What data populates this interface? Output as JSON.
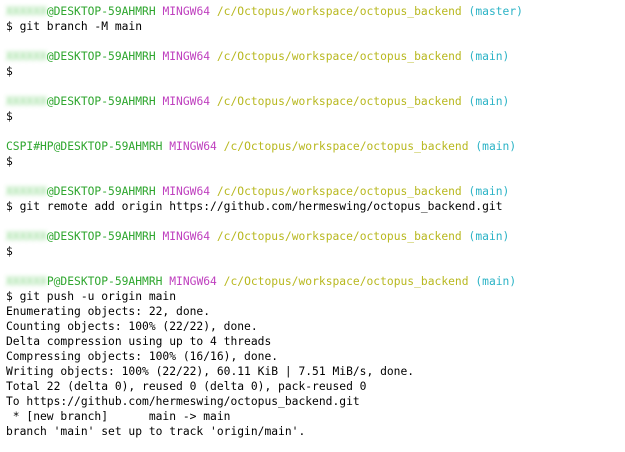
{
  "window": {
    "app": "MINGW64 terminal"
  },
  "prompt": {
    "user_hidden": "XXXXXX",
    "host": "@DESKTOP-59AHMRH",
    "system": "MINGW64",
    "path": "/c/Octopus/workspace/octopus_backend",
    "branch_master": "(master)",
    "branch_main": "(main)",
    "symbol": "$"
  },
  "blocks": [
    {
      "user": "",
      "host": "@DESKTOP-59AHMRH",
      "system": "MINGW64",
      "path": "/c/Octopus/workspace/octopus_backend",
      "branch": "(master)",
      "command": "$ git branch -M main",
      "output": []
    },
    {
      "user": "",
      "host": "@DESKTOP-59AHMRH",
      "system": "MINGW64",
      "path": "/c/Octopus/workspace/octopus_backend",
      "branch": "(main)",
      "command": "$",
      "output": []
    },
    {
      "user": "",
      "host": "@DESKTOP-59AHMRH",
      "system": "MINGW64",
      "path": "/c/Octopus/workspace/octopus_backend",
      "branch": "(main)",
      "command": "$",
      "output": []
    },
    {
      "user": "CSPI#HP",
      "host": "@DESKTOP-59AHMRH",
      "system": "MINGW64",
      "path": "/c/Octopus/workspace/octopus_backend",
      "branch": "(main)",
      "command": "$",
      "output": []
    },
    {
      "user": "",
      "host": "@DESKTOP-59AHMRH",
      "system": "MINGW64",
      "path": "/c/Octopus/workspace/octopus_backend",
      "branch": "(main)",
      "command": "$ git remote add origin https://github.com/hermeswing/octopus_backend.git",
      "output": []
    },
    {
      "user": "",
      "host": "@DESKTOP-59AHMRH",
      "system": "MINGW64",
      "path": "/c/Octopus/workspace/octopus_backend",
      "branch": "(main)",
      "command": "$",
      "output": []
    },
    {
      "user": "",
      "host": "P@DESKTOP-59AHMRH",
      "system": "MINGW64",
      "path": "/c/Octopus/workspace/octopus_backend",
      "branch": "(main)",
      "command": "$ git push -u origin main",
      "output": [
        "Enumerating objects: 22, done.",
        "Counting objects: 100% (22/22), done.",
        "Delta compression using up to 4 threads",
        "Compressing objects: 100% (16/16), done.",
        "Writing objects: 100% (22/22), 60.11 KiB | 7.51 MiB/s, done.",
        "Total 22 (delta 0), reused 0 (delta 0), pack-reused 0",
        "To https://github.com/hermeswing/octopus_backend.git",
        " * [new branch]      main -> main",
        "branch 'main' set up to track 'origin/main'."
      ]
    }
  ]
}
